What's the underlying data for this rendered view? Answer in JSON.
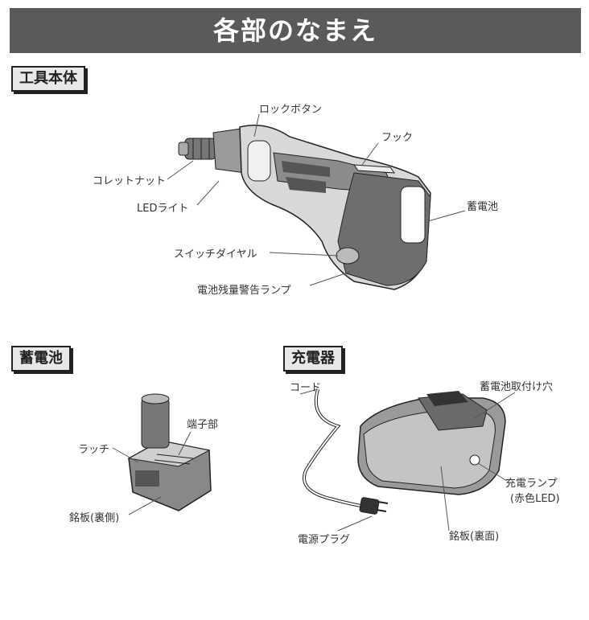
{
  "page": {
    "title": "各部のなまえ"
  },
  "sections": {
    "tool": {
      "heading": "工具本体",
      "labels": {
        "lock_button": "ロックボタン",
        "hook": "フック",
        "collet_nut": "コレットナット",
        "led_light": "LEDライト",
        "battery": "蓄電池",
        "switch_dial": "スイッチダイヤル",
        "battery_warning": "電池残量警告ランプ"
      }
    },
    "battery": {
      "heading": "蓄電池",
      "labels": {
        "terminal": "端子部",
        "latch": "ラッチ",
        "nameplate": "銘板(裏側)"
      }
    },
    "charger": {
      "heading": "充電器",
      "labels": {
        "cord": "コード",
        "battery_slot": "蓄電池取付け穴",
        "charge_lamp_1": "充電ランプ",
        "charge_lamp_2": "(赤色LED)",
        "plug": "電源プラグ",
        "nameplate": "銘板(裏面)"
      }
    }
  }
}
